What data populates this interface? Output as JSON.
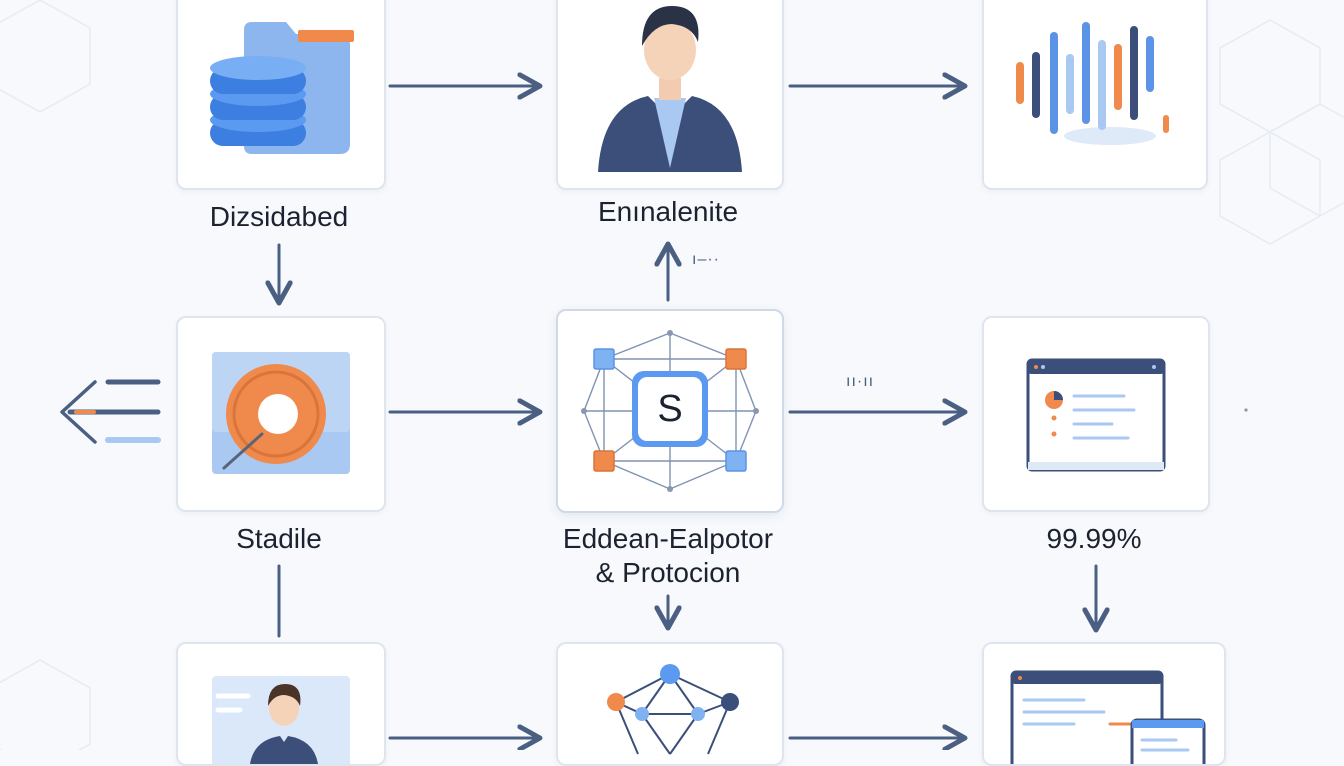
{
  "nodes": {
    "database": {
      "label": "Dizsidabed",
      "icon": "database-folder-icon"
    },
    "user": {
      "label": "Enınalenite",
      "icon": "user-avatar-icon"
    },
    "analytics": {
      "label": "",
      "icon": "bar-chart-icon"
    },
    "storage": {
      "label": "Stadile",
      "icon": "disc-icon"
    },
    "engine": {
      "label_line1": "Eddean-Ealpotor",
      "label_line2": "& Protocion",
      "icon": "network-hub-icon",
      "glyph": "S"
    },
    "dashboard": {
      "label": "99.99%",
      "icon": "browser-window-icon"
    },
    "profile": {
      "label": "",
      "icon": "profile-card-icon"
    },
    "graph": {
      "label": "",
      "icon": "node-graph-icon"
    },
    "devices": {
      "label": "",
      "icon": "multi-device-icon"
    }
  },
  "annotations": {
    "up_arrow_mark": "ı–··",
    "right_arrow_mark": "ıı·ıı"
  },
  "colors": {
    "arrow": "#4a5f82",
    "blue": "#5b93e6",
    "light_blue": "#a9c8f2",
    "orange": "#ef8a4c",
    "navy": "#3b4f7a"
  }
}
